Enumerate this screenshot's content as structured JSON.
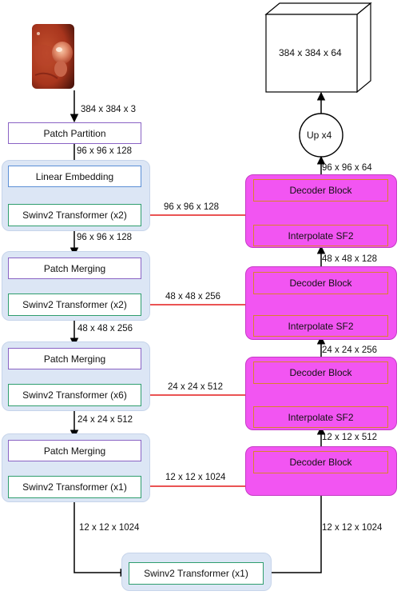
{
  "input_image": {
    "name": "endoscopy-polyp-image"
  },
  "encoder": {
    "patch_partition": "Patch Partition",
    "linear_embedding": "Linear Embedding",
    "stage1_transformer": "Swinv2 Transformer (x2)",
    "patch_merging_1": "Patch Merging",
    "stage2_transformer": "Swinv2 Transformer (x2)",
    "patch_merging_2": "Patch Merging",
    "stage3_transformer": "Swinv2 Transformer (x6)",
    "patch_merging_3": "Patch Merging",
    "stage4_transformer": "Swinv2 Transformer (x1)",
    "bottleneck_transformer": "Swinv2 Transformer (x1)"
  },
  "decoder": {
    "decoder_block_1": "Decoder Block",
    "interpolate_1": "Interpolate SF2",
    "decoder_block_2": "Decoder Block",
    "interpolate_2": "Interpolate SF2",
    "decoder_block_3": "Decoder Block",
    "interpolate_3": "Interpolate SF2",
    "decoder_block_4": "Decoder Block",
    "upsample": "Up x4",
    "output": "384 x 384 x 64"
  },
  "dims": {
    "input": "384 x 384 x 3",
    "after_partition": "96 x 96 x 128",
    "after_stage1": "96 x 96 x 128",
    "skip1": "96 x 96 x 128",
    "after_stage2": "48 x 48 x 256",
    "skip2": "48 x 48 x 256",
    "after_stage3": "24 x 24 x 512",
    "skip3": "24 x 24 x 512",
    "skip4": "12 x 12 x 1024",
    "after_stage4": "12 x 12 x 1024",
    "bottleneck_out": "12 x 12 x 1024",
    "dec4_to_dec3": "12 x 12 x 512",
    "dec3_to_dec2": "24 x 24 x 256",
    "dec2_to_dec1": "48 x 48 x 128",
    "dec1_out": "96 x 96 x 64"
  },
  "colors": {
    "encoder_group": "#dce6f5",
    "decoder_group": "#f255f2",
    "skip_arrow": "#e41a1a",
    "flow_arrow": "#000000"
  }
}
